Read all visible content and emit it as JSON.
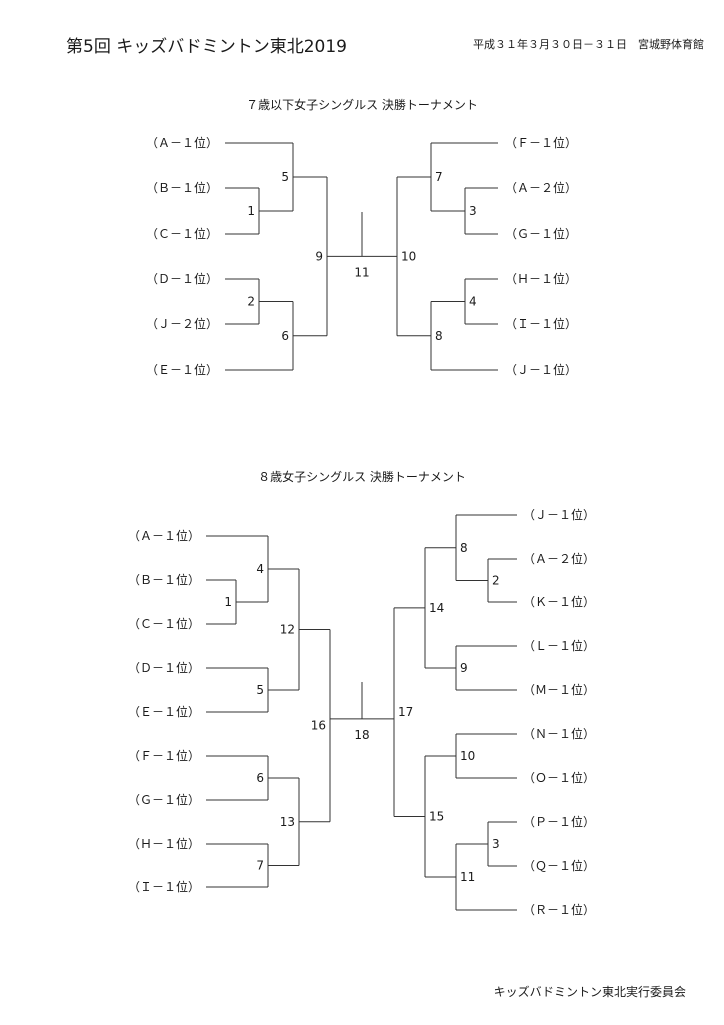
{
  "header": {
    "title": "第5回 キッズバドミントン東北2019",
    "date_venue": "平成３１年３月３０日－３１日　宮城野体育館"
  },
  "brackets": [
    {
      "title": "７歳以下女子シングルス 決勝トーナメント",
      "left_players": [
        "（Ａ－１位）",
        "（Ｂ－１位）",
        "（Ｃ－１位）",
        "（Ｄ－１位）",
        "（Ｊ－２位）",
        "（Ｅ－１位）"
      ],
      "right_players": [
        "（Ｆ－１位）",
        "（Ａ－２位）",
        "（Ｇ－１位）",
        "（Ｈ－１位）",
        "（Ｉ－１位）",
        "（Ｊ－１位）"
      ],
      "left_matches": [
        "1",
        "2",
        "5",
        "6",
        "9"
      ],
      "right_matches": [
        "3",
        "4",
        "7",
        "8",
        "10"
      ],
      "final_match": "11"
    },
    {
      "title": "８歳女子シングルス 決勝トーナメント",
      "left_players": [
        "（Ａ－１位）",
        "（Ｂ－１位）",
        "（Ｃ－１位）",
        "（Ｄ－１位）",
        "（Ｅ－１位）",
        "（Ｆ－１位）",
        "（Ｇ－１位）",
        "（Ｈ－１位）",
        "（Ｉ－１位）"
      ],
      "right_players": [
        "（Ｊ－１位）",
        "（Ａ－２位）",
        "（Ｋ－１位）",
        "（Ｌ－１位）",
        "（Ｍ－１位）",
        "（Ｎ－１位）",
        "（Ｏ－１位）",
        "（Ｐ－１位）",
        "（Ｑ－１位）",
        "（Ｒ－１位）"
      ],
      "left_matches": [
        "1",
        "4",
        "5",
        "6",
        "7",
        "12",
        "13",
        "16"
      ],
      "right_matches": [
        "2",
        "3",
        "8",
        "9",
        "10",
        "11",
        "14",
        "15",
        "17"
      ],
      "final_match": "18"
    }
  ],
  "footer": "キッズバドミントン東北実行委員会"
}
